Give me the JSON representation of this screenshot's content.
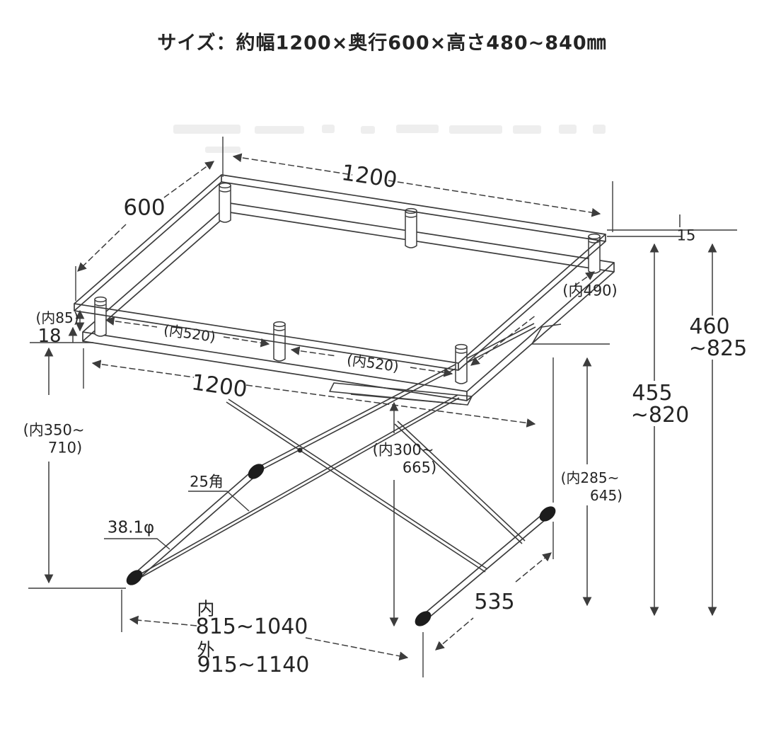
{
  "title": "サイズ：約幅1200×奥行600×高さ480~840㎜",
  "labels": {
    "top_width": "1200",
    "top_depth": "600",
    "glass_thickness": "15",
    "right_spacer_span": "(内490)",
    "spacer_height": "(内85)",
    "frame_thickness": "18",
    "front_spacer_span_left": "(内520)",
    "front_spacer_span_right": "(内520)",
    "frame_width": "1200",
    "left_clearance_line1": "(内350~",
    "left_clearance_line2": "710)",
    "leg_tube": "25角",
    "foot_pipe": "38.1φ",
    "center_clearance_line1": "(内300~",
    "center_clearance_line2": "665)",
    "right_clearance_line1": "(内285~",
    "right_clearance_line2": "645)",
    "frame_height_line1": "455",
    "frame_height_line2": "~820",
    "total_height_line1": "460",
    "total_height_line2": "~825",
    "foot_depth": "535",
    "foot_span_inner_label": "内",
    "foot_span_inner": "815~1040",
    "foot_span_outer_label": "外",
    "foot_span_outer": "915~1140"
  }
}
